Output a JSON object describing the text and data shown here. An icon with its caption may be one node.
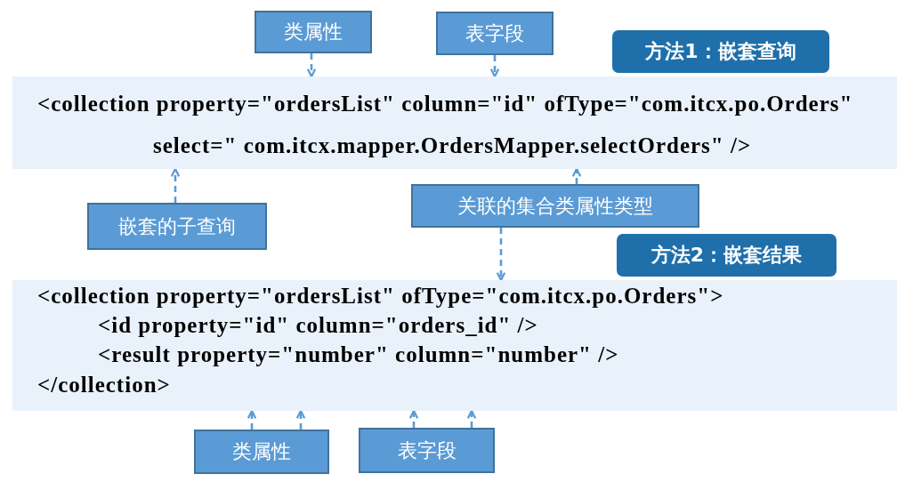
{
  "diagram": {
    "nodes": [
      {
        "text": [
          "类属性"
        ]
      },
      {
        "text": [
          "表字段"
        ]
      },
      {
        "text": [
          "方法1：嵌套查询"
        ]
      },
      {
        "text": [
          "<collection property=\"ordersList\" column=\"id\" ofType=\"com.itcx.po.Orders\"",
          "select=\" com.itcx.mapper.OrdersMapper.selectOrders\" />"
        ]
      },
      {
        "text": [
          "嵌套的子查询"
        ]
      },
      {
        "text": [
          "关联的集合类属性类型"
        ]
      },
      {
        "text": [
          "方法2：嵌套结果"
        ]
      },
      {
        "text": [
          "<collection property=\"ordersList\" ofType=\"com.itcx.po.Orders\">",
          "<id property=\"id\" column=\"orders_id\" />",
          "<result property=\"number\" column=\"number\" />",
          "</collection>"
        ]
      },
      {
        "text": [
          "类属性"
        ]
      },
      {
        "text": [
          "表字段"
        ]
      }
    ],
    "edges": [
      {
        "from": 0,
        "to": 3,
        "arrow": "to",
        "style": "dashed"
      },
      {
        "from": 1,
        "to": 3,
        "arrow": "to",
        "style": "dashed"
      },
      {
        "from": 4,
        "to": 3,
        "arrow": "to",
        "style": "dashed"
      },
      {
        "from": 5,
        "to": 3,
        "arrow": "to",
        "style": "dashed"
      },
      {
        "from": 5,
        "to": 7,
        "arrow": "to",
        "style": "dashed"
      },
      {
        "from": 8,
        "to": 7,
        "arrow": "to",
        "style": "dashed"
      },
      {
        "from": 8,
        "to": 7,
        "arrow": "to",
        "style": "dashed"
      },
      {
        "from": 9,
        "to": 7,
        "arrow": "to",
        "style": "dashed"
      },
      {
        "from": 9,
        "to": 7,
        "arrow": "to",
        "style": "dashed"
      }
    ]
  }
}
